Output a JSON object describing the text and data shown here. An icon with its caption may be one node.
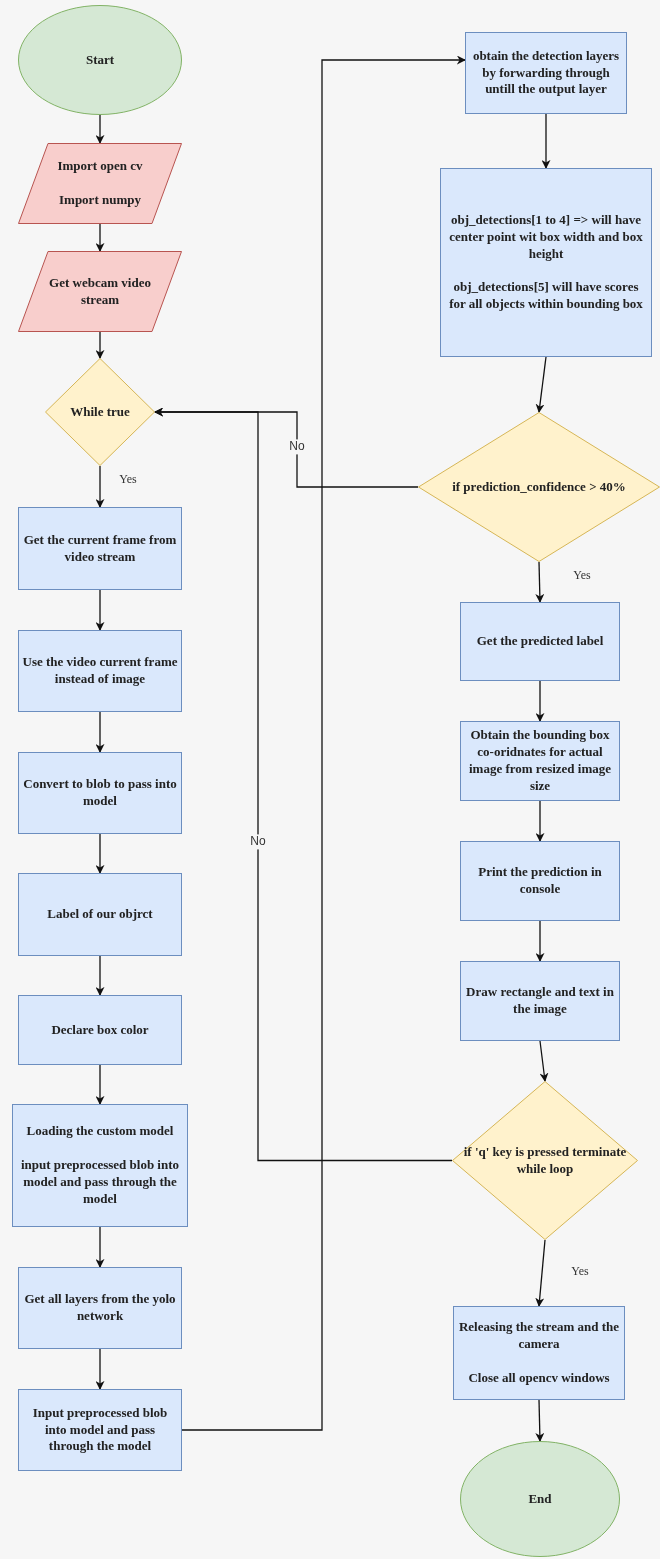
{
  "diagram": {
    "nodes": [
      {
        "text": [
          "Start"
        ]
      },
      {
        "text": [
          "Import open cv",
          "Import numpy"
        ]
      },
      {
        "text": [
          "Get webcam video stream"
        ]
      },
      {
        "text": [
          "While true"
        ]
      },
      {
        "text": [
          "Get the current frame from video stream"
        ]
      },
      {
        "text": [
          "Use the video current frame instead of image"
        ]
      },
      {
        "text": [
          "Convert to blob to pass into model"
        ]
      },
      {
        "text": [
          "Label of our objrct"
        ]
      },
      {
        "text": [
          "Declare box color"
        ]
      },
      {
        "text": [
          "Loading the custom model",
          "input preprocessed blob into model and pass through the model"
        ]
      },
      {
        "text": [
          "Get all layers from the yolo network"
        ]
      },
      {
        "text": [
          "Input preprocessed blob into model and pass through the model"
        ]
      },
      {
        "text": [
          "obtain the detection layers by forwarding through untill the output layer"
        ]
      },
      {
        "text": [
          "obj_detections[1 to 4] => will have center point wit box width and box height",
          "obj_detections[5] will have scores for all objects within bounding box"
        ]
      },
      {
        "text": [
          "if prediction_confidence > 40%"
        ]
      },
      {
        "text": [
          "Get the predicted label"
        ]
      },
      {
        "text": [
          "Obtain the bounding box co-oridnates for actual image from resized image size"
        ]
      },
      {
        "text": [
          "Print the prediction in console"
        ]
      },
      {
        "text": [
          "Draw rectangle and text in the image"
        ]
      },
      {
        "text": [
          "if 'q' key is pressed terminate while loop"
        ]
      },
      {
        "text": [
          "Releasing the stream and the camera",
          "Close all opencv windows"
        ]
      },
      {
        "text": [
          "End"
        ]
      }
    ],
    "edges": [
      {
        "from": 0,
        "to": 1,
        "arrow": "to"
      },
      {
        "from": 1,
        "to": 2,
        "arrow": "to"
      },
      {
        "from": 2,
        "to": 3,
        "arrow": "to"
      },
      {
        "from": 3,
        "to": 4,
        "arrow": "to",
        "label": "Yes"
      },
      {
        "from": 4,
        "to": 5,
        "arrow": "to"
      },
      {
        "from": 5,
        "to": 6,
        "arrow": "to"
      },
      {
        "from": 6,
        "to": 7,
        "arrow": "to"
      },
      {
        "from": 7,
        "to": 8,
        "arrow": "to"
      },
      {
        "from": 8,
        "to": 9,
        "arrow": "to"
      },
      {
        "from": 9,
        "to": 10,
        "arrow": "to"
      },
      {
        "from": 10,
        "to": 11,
        "arrow": "to"
      },
      {
        "from": 11,
        "to": 12,
        "arrow": "to"
      },
      {
        "from": 12,
        "to": 13,
        "arrow": "to"
      },
      {
        "from": 13,
        "to": 14,
        "arrow": "to"
      },
      {
        "from": 14,
        "to": 15,
        "arrow": "to",
        "label": "Yes"
      },
      {
        "from": 15,
        "to": 16,
        "arrow": "to"
      },
      {
        "from": 16,
        "to": 17,
        "arrow": "to"
      },
      {
        "from": 17,
        "to": 18,
        "arrow": "to"
      },
      {
        "from": 18,
        "to": 19,
        "arrow": "to"
      },
      {
        "from": 19,
        "to": 20,
        "arrow": "to",
        "label": "Yes"
      },
      {
        "from": 20,
        "to": 21,
        "arrow": "to"
      },
      {
        "from": 14,
        "to": 3,
        "arrow": "to",
        "label": "No"
      },
      {
        "from": 19,
        "to": 3,
        "arrow": "to",
        "label": "No"
      }
    ]
  }
}
